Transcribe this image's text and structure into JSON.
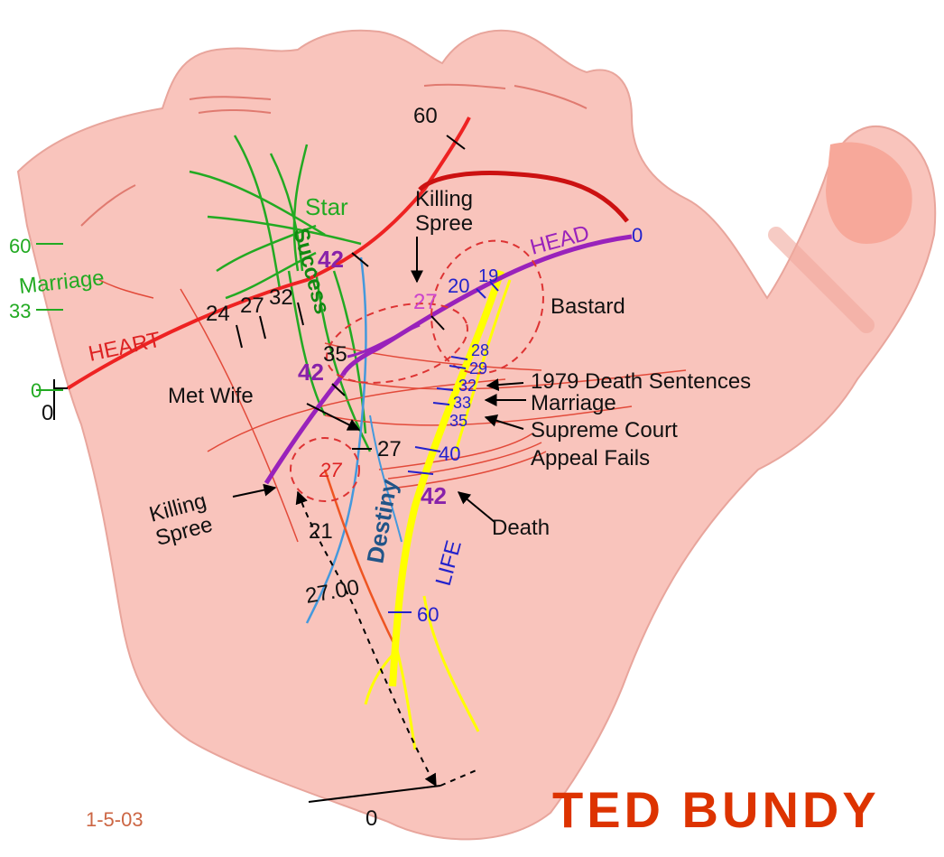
{
  "title": "TED BUNDY",
  "date": "1-5-03",
  "lines": {
    "heart": "HEART",
    "head": "HEAD",
    "life": "LIFE",
    "destiny": "Destiny",
    "success": "Success",
    "star": "Star"
  },
  "heart_ages": [
    "60",
    "24",
    "27",
    "32",
    "42"
  ],
  "head_ages": [
    "0",
    "20",
    "19",
    "27",
    "35",
    "42"
  ],
  "life_ages": [
    "28",
    "29",
    "32",
    "33",
    "35",
    "40",
    "42",
    "60"
  ],
  "destiny_ages": [
    "27",
    "21",
    "27.00",
    "0"
  ],
  "marriage_scale": {
    "label": "Marriage",
    "ticks": [
      "60",
      "33",
      "0"
    ]
  },
  "side_zero": "0",
  "annotations": {
    "killing_spree_top": "Killing\nSpree",
    "killing_spree_bottom": "Killing\nSpree",
    "bastard": "Bastard",
    "death_sentences": "1979 Death Sentences",
    "marriage": "Marriage",
    "supreme_court": "Supreme Court",
    "appeal_fails": "Appeal Fails",
    "met_wife": "Met Wife",
    "death": "Death",
    "circle_27": "27"
  },
  "colors": {
    "palm": "#f9c4bc",
    "palm_edge": "#e8a59c",
    "title": "#dd3300",
    "heart_line": "#ee2222",
    "head_line": "#9922bb",
    "life_line": "#ffff00",
    "destiny_line": "#4499dd",
    "success_line": "#22aa22",
    "dashed_circle": "#dd3333"
  }
}
